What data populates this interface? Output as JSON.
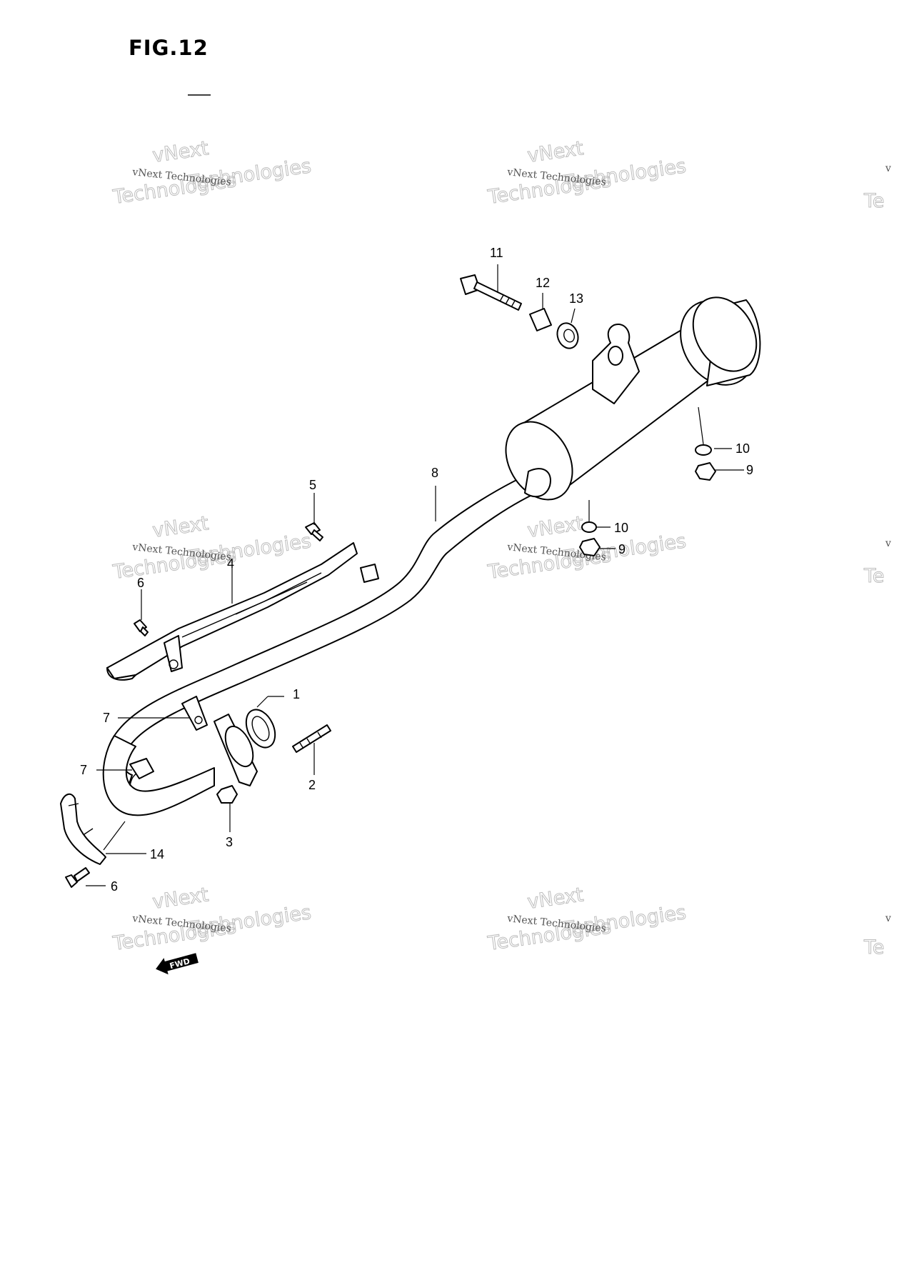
{
  "figure_title": "FIG.12",
  "callouts": [
    "1",
    "2",
    "3",
    "4",
    "5",
    "6",
    "6",
    "7",
    "7",
    "8",
    "9",
    "9",
    "10",
    "10",
    "11",
    "12",
    "13",
    "14"
  ],
  "watermark": {
    "line1": "vNext Technologies",
    "line2": "vNext",
    "line3": "Technologies",
    "edge": "v",
    "edge2": "Te"
  },
  "fwd_label": "FWD"
}
